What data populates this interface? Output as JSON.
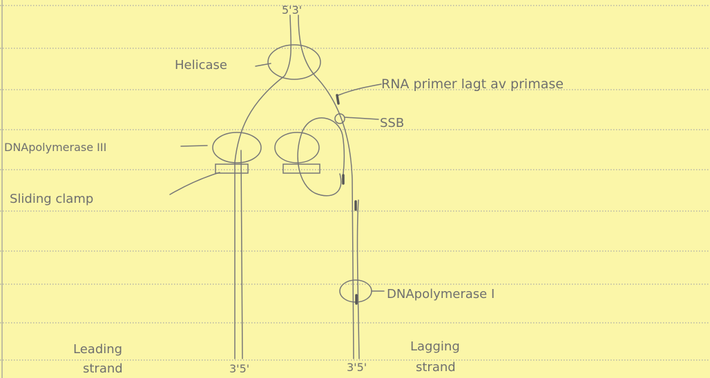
{
  "labels": {
    "top_ends": "5'3'",
    "helicase": "Helicase",
    "rna_primer": "RNA primer lagt av primase",
    "ssb": "SSB",
    "dna_pol3": "DNApolymerase III",
    "sliding_clamp": "Sliding clamp",
    "dna_pol1": "DNApolymerase I",
    "leading_line1": "Leading",
    "leading_line2": "strand",
    "lagging_line1": "Lagging",
    "lagging_line2": "strand",
    "bottom_left_ends": "3'5'",
    "bottom_right_ends": "3'5'"
  },
  "colors": {
    "paper": "#fbf6a8",
    "ruled_line": "#9a9a9a",
    "ink": "#6f6f6f",
    "primer": "#555555"
  }
}
